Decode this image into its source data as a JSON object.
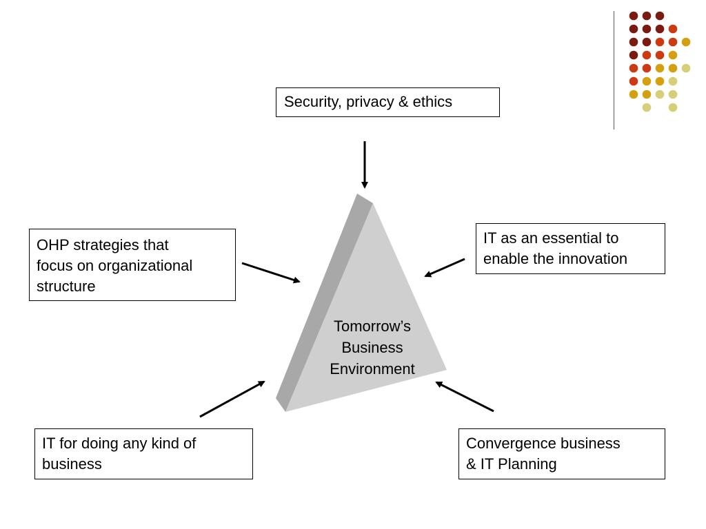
{
  "colors": {
    "pyramid_face": "#cfcfcf",
    "pyramid_side": "#a8a8a8",
    "arrow": "#000000",
    "dot_palette": [
      "#7a1a10",
      "#cc3a12",
      "#d4a010",
      "#d6cf78"
    ]
  },
  "decoration": {
    "dot_rows": [
      [
        0,
        0,
        0
      ],
      [
        0,
        0,
        0,
        1
      ],
      [
        0,
        0,
        1,
        1,
        2
      ],
      [
        0,
        1,
        1,
        2
      ],
      [
        1,
        1,
        2,
        2,
        3
      ],
      [
        1,
        2,
        2,
        3
      ],
      [
        2,
        2,
        3,
        3
      ],
      [
        3,
        3
      ]
    ]
  },
  "center": {
    "lines": [
      "Tomorrow’s",
      "Business",
      "Environment"
    ]
  },
  "boxes": {
    "top": {
      "lines": [
        "Security, privacy & ethics"
      ]
    },
    "left": {
      "lines": [
        "OHP strategies that",
        "focus on organizational",
        "structure"
      ]
    },
    "right": {
      "lines": [
        "IT as an essential to",
        "enable the innovation"
      ]
    },
    "bottom_left": {
      "lines": [
        "IT for doing any kind of",
        "business"
      ]
    },
    "bottom_right": {
      "lines": [
        "Convergence business",
        "& IT Planning"
      ]
    }
  }
}
